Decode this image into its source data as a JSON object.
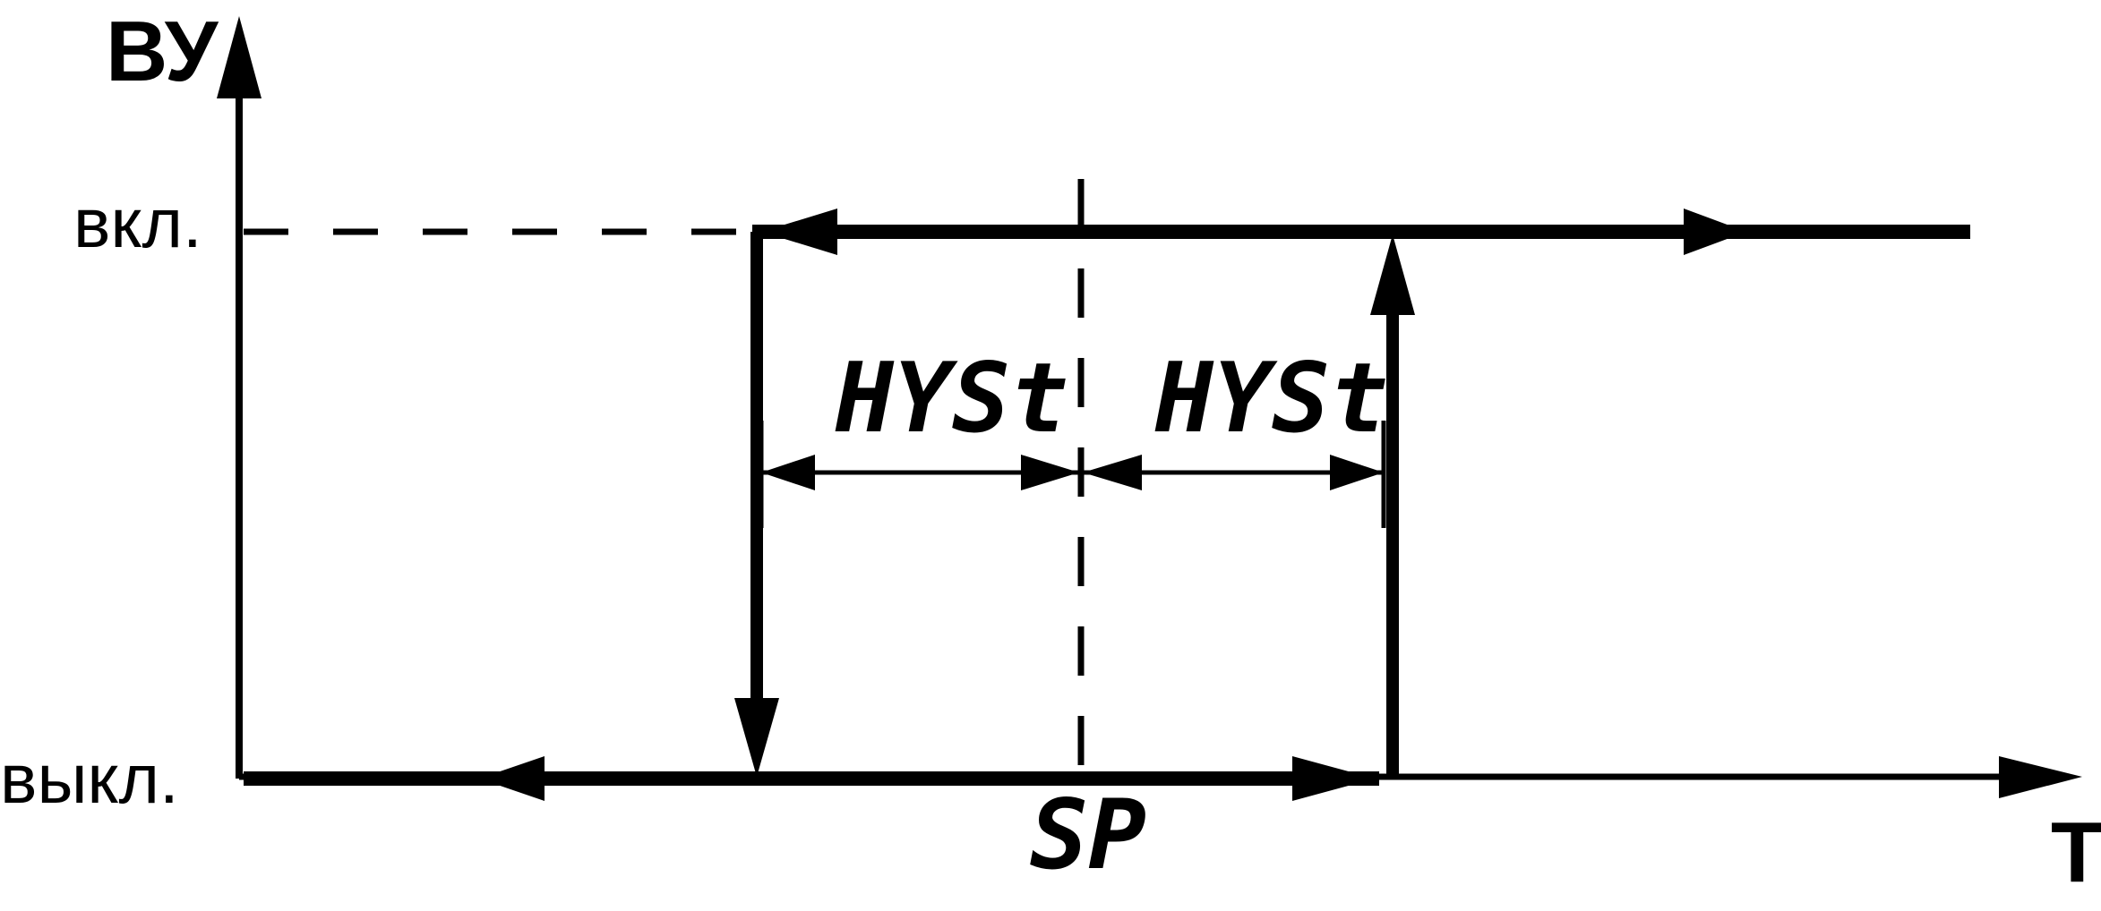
{
  "y_axis_label": "ВУ",
  "x_axis_label": "Т",
  "state_on_label": "вкл.",
  "state_off_label": "выкл.",
  "hysteresis_left_label": "HYSt",
  "hysteresis_right_label": "HYSt",
  "setpoint_label": "SP",
  "colors": {
    "ink": "#000000",
    "background": "#ffffff"
  }
}
